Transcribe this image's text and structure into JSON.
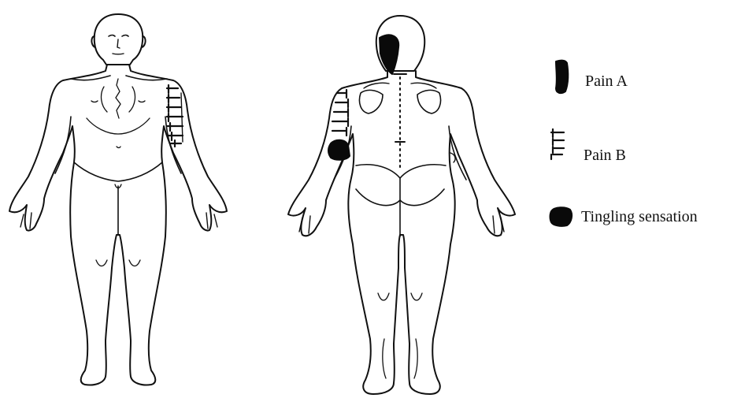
{
  "legend": {
    "items": [
      {
        "key": "pain-a",
        "label": "Pain A",
        "icon": "solid-crescent-mark"
      },
      {
        "key": "pain-b",
        "label": "Pain B",
        "icon": "dashed-bracket-mark"
      },
      {
        "key": "tingling",
        "label": "Tingling sensation",
        "icon": "solid-blob-mark"
      }
    ]
  },
  "figures": [
    "front-body-outline",
    "back-body-outline"
  ],
  "colors": {
    "line": "#111111",
    "fill": "#0a0a0a",
    "background": "#ffffff"
  }
}
